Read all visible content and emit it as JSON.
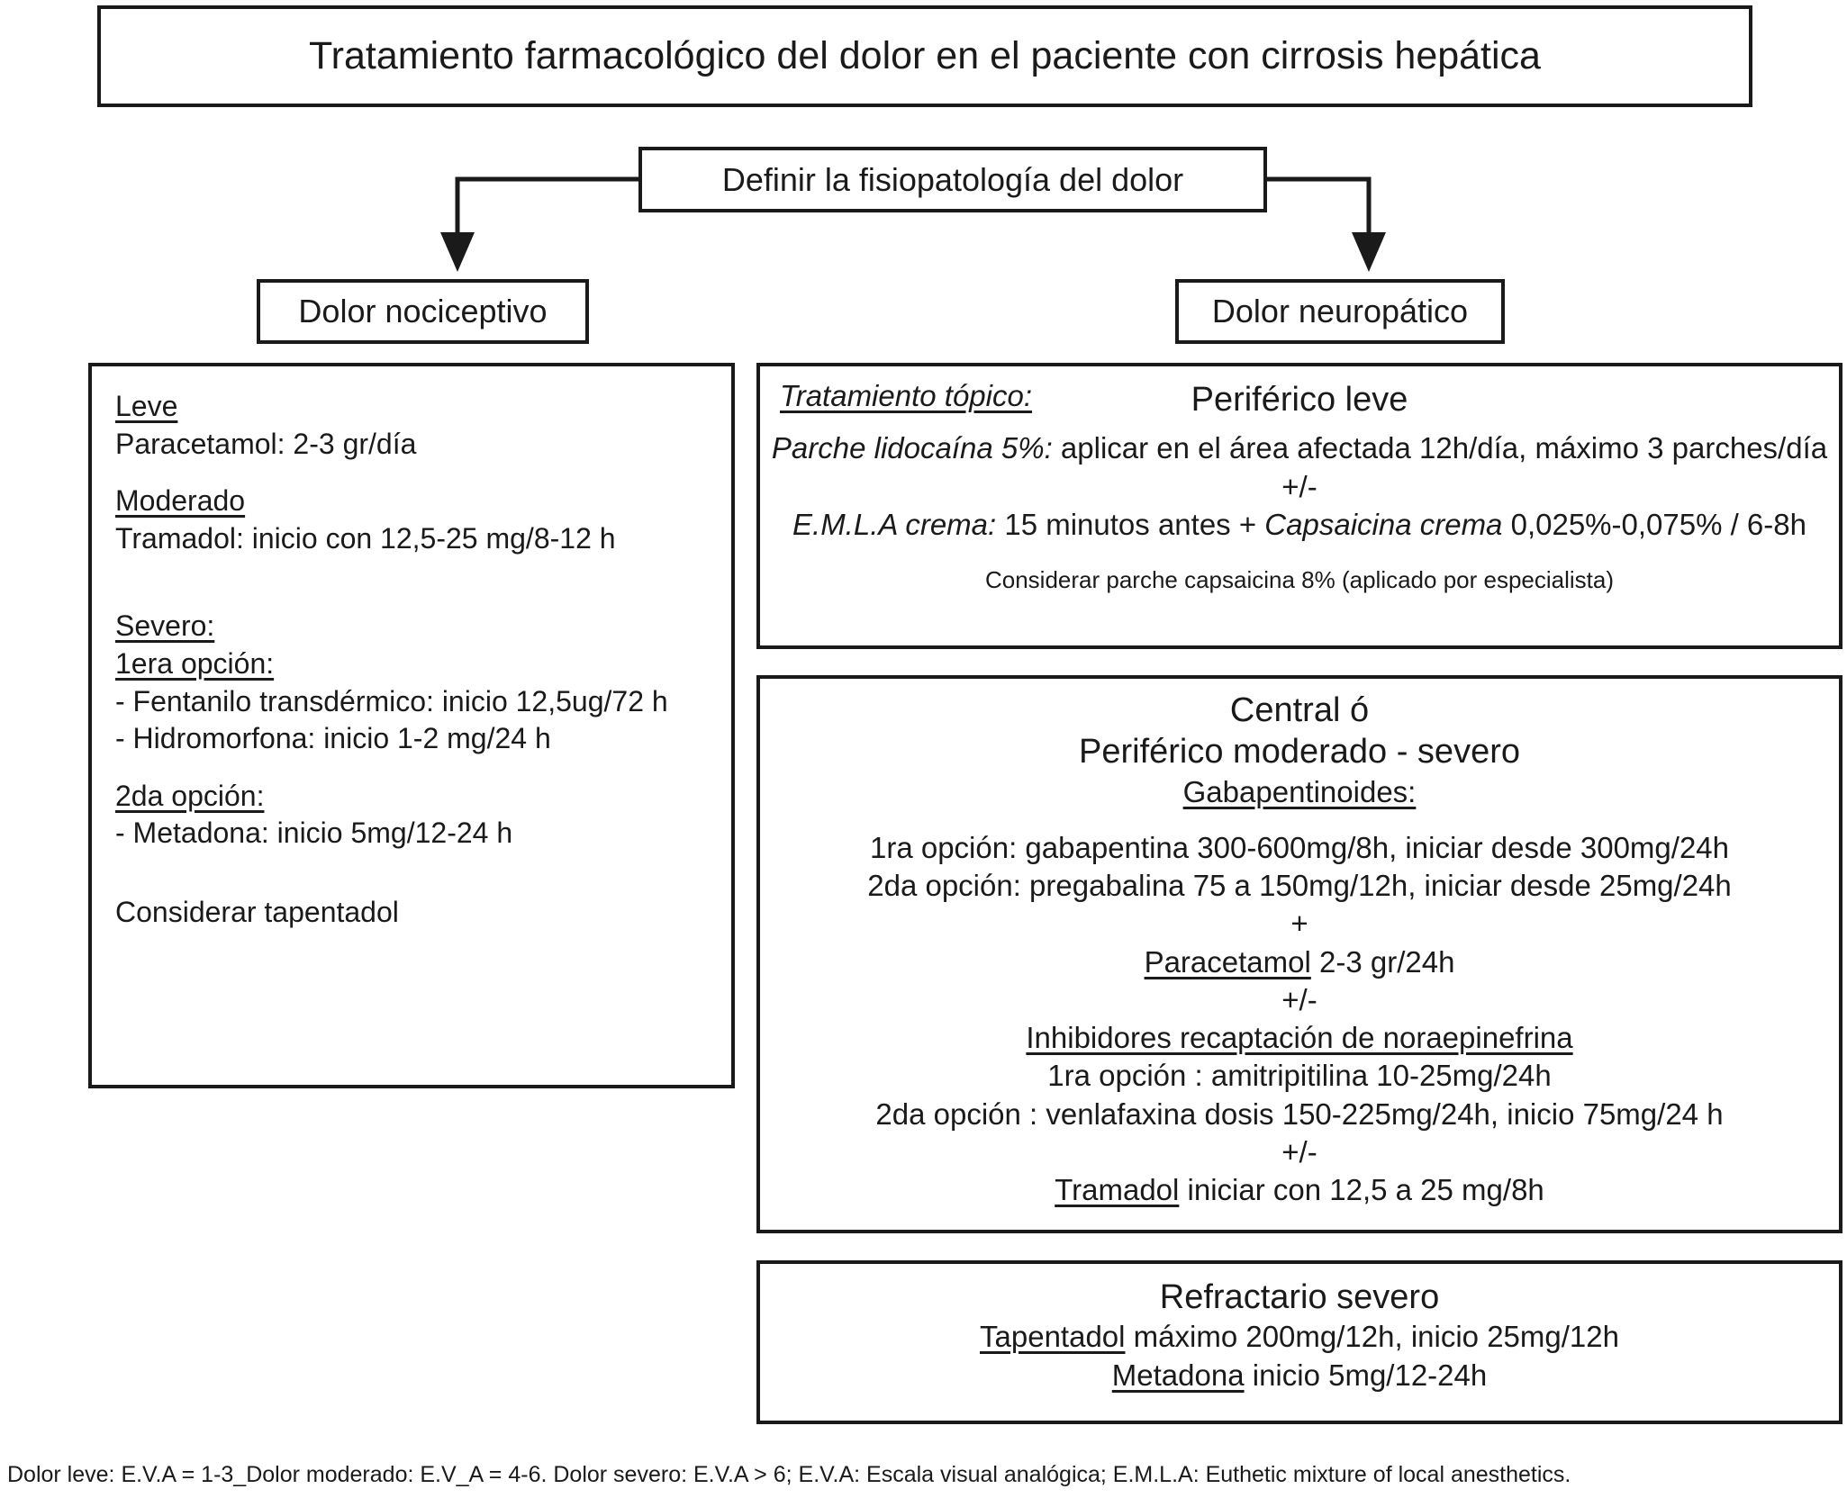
{
  "title": "Tratamiento farmacológico del dolor en el paciente con cirrosis hepática",
  "define_node": "Definir la fisiopatología del dolor",
  "branches": {
    "left_label": "Dolor nociceptivo",
    "right_label": "Dolor neuropático"
  },
  "nociceptive": {
    "leve_heading": "Leve",
    "leve_line": "Paracetamol: 2-3 gr/día",
    "moderado_heading": "Moderado",
    "moderado_line": "Tramadol: inicio con 12,5-25 mg/8-12 h",
    "severo_heading": "Severo:",
    "opcion1_heading": "1era opción:",
    "opcion1_line1": "- Fentanilo transdérmico: inicio 12,5ug/72 h",
    "opcion1_line2": "- Hidromorfona: inicio 1-2 mg/24 h",
    "opcion2_heading": "2da opción:",
    "opcion2_line1": "- Metadona: inicio 5mg/12-24 h",
    "considerar": "Considerar tapentadol"
  },
  "peripheral_mild": {
    "title": "Periférico leve",
    "topical_heading": "Tratamiento tópico:",
    "lidocaine_drug": "Parche lidocaína 5%:",
    "lidocaine_rest": " aplicar en el área afectada 12h/día, máximo 3 parches/día",
    "plus_minus": "+/-",
    "emla_drug": "E.M.L.A crema:",
    "emla_mid": " 15 minutos antes + ",
    "capsaicin_drug": "Capsaicina crema",
    "capsaicin_rest": " 0,025%-0,075% / 6-8h",
    "note": "Considerar parche capsaicina 8% (aplicado por especialista)"
  },
  "central_severe": {
    "title_line1": "Central ó",
    "title_line2": "Periférico moderado - severo",
    "gabapentinoids_heading": "Gabapentinoides:",
    "gaba_option1": "1ra opción: gabapentina 300-600mg/8h, iniciar desde 300mg/24h",
    "gaba_option2": "2da opción: pregabalina 75 a 150mg/12h, iniciar desde 25mg/24h",
    "plus": "+",
    "paracetamol_drug": "Paracetamol",
    "paracetamol_rest": " 2-3 gr/24h",
    "plus_minus_1": "+/-",
    "snri_heading": "Inhibidores recaptación de noraepinefrina",
    "snri_option1": "1ra opción : amitripitilina 10-25mg/24h",
    "snri_option2": "2da opción : venlafaxina dosis 150-225mg/24h, inicio 75mg/24 h",
    "plus_minus_2": "+/-",
    "tramadol_drug": "Tramadol",
    "tramadol_rest": " iniciar con 12,5 a 25 mg/8h"
  },
  "refractory": {
    "title": "Refractario severo",
    "tapentadol_drug": "Tapentadol",
    "tapentadol_rest": " máximo 200mg/12h, inicio 25mg/12h",
    "metadona_drug": "Metadona",
    "metadona_rest": " inicio 5mg/12-24h"
  },
  "footnote": "Dolor leve: E.V.A = 1-3_Dolor moderado: E.V_A = 4-6. Dolor severo: E.V.A > 6; E.V.A: Escala visual analógica; E.M.L.A: Euthetic mixture of local anesthetics."
}
